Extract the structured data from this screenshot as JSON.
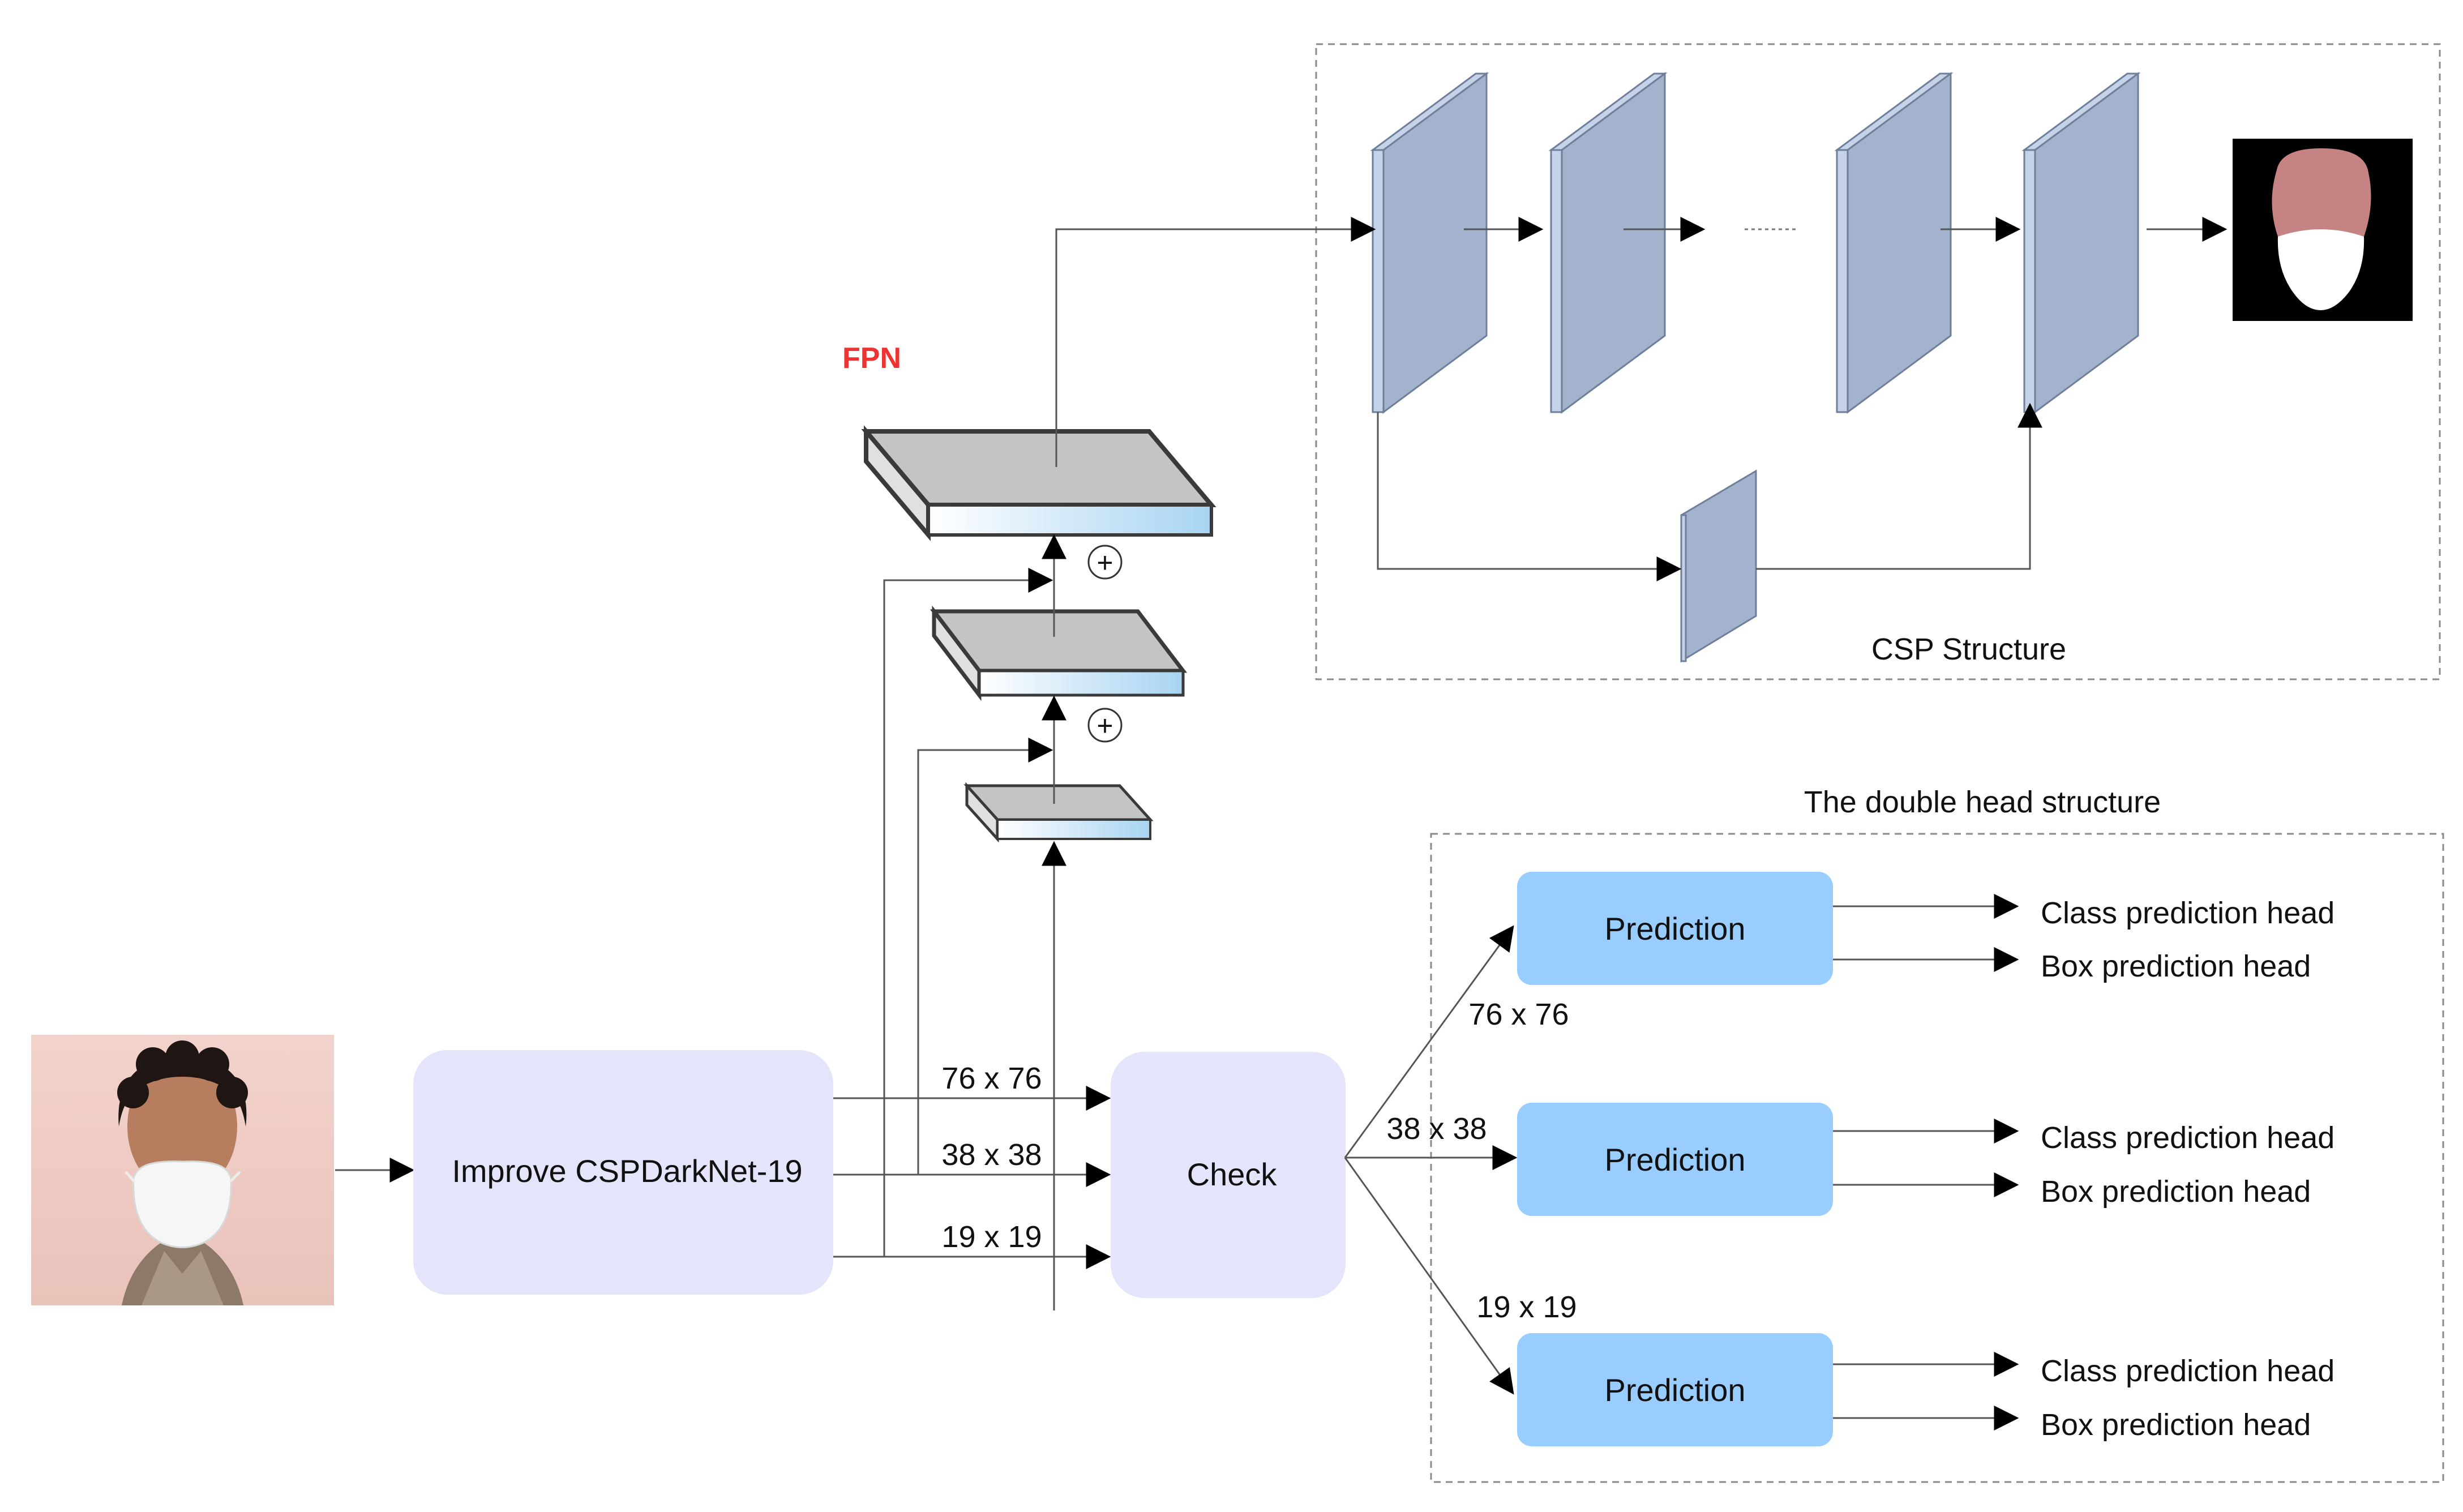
{
  "fpn_label": "FPN",
  "csp": {
    "title": "CSP Structure",
    "colors": {
      "plate_front": "#a3b3ce",
      "plate_edge": "#c6d2e8",
      "plate_stroke": "#6f7f9a"
    }
  },
  "double_head": {
    "title": "The double head structure"
  },
  "backbone": {
    "label": "Improve CSPDarkNet-19",
    "color": "#e4e4fb"
  },
  "check": {
    "label": "Check",
    "color": "#e4e4fb"
  },
  "scales": {
    "s76": "76 x 76",
    "s38": "38 x 38",
    "s19": "19 x 19"
  },
  "predictions": [
    {
      "label": "Prediction",
      "scale": "76 x 76",
      "heads": [
        "Class prediction head",
        "Box prediction head"
      ]
    },
    {
      "label": "Prediction",
      "scale": "38 x 38",
      "heads": [
        "Class prediction head",
        "Box prediction head"
      ]
    },
    {
      "label": "Prediction",
      "scale": "19 x 19",
      "heads": [
        "Class prediction head",
        "Box prediction head"
      ]
    }
  ],
  "add_symbol": "+",
  "colors": {
    "prediction_box": "#99ccff",
    "fpn_label": "#ee3333"
  }
}
